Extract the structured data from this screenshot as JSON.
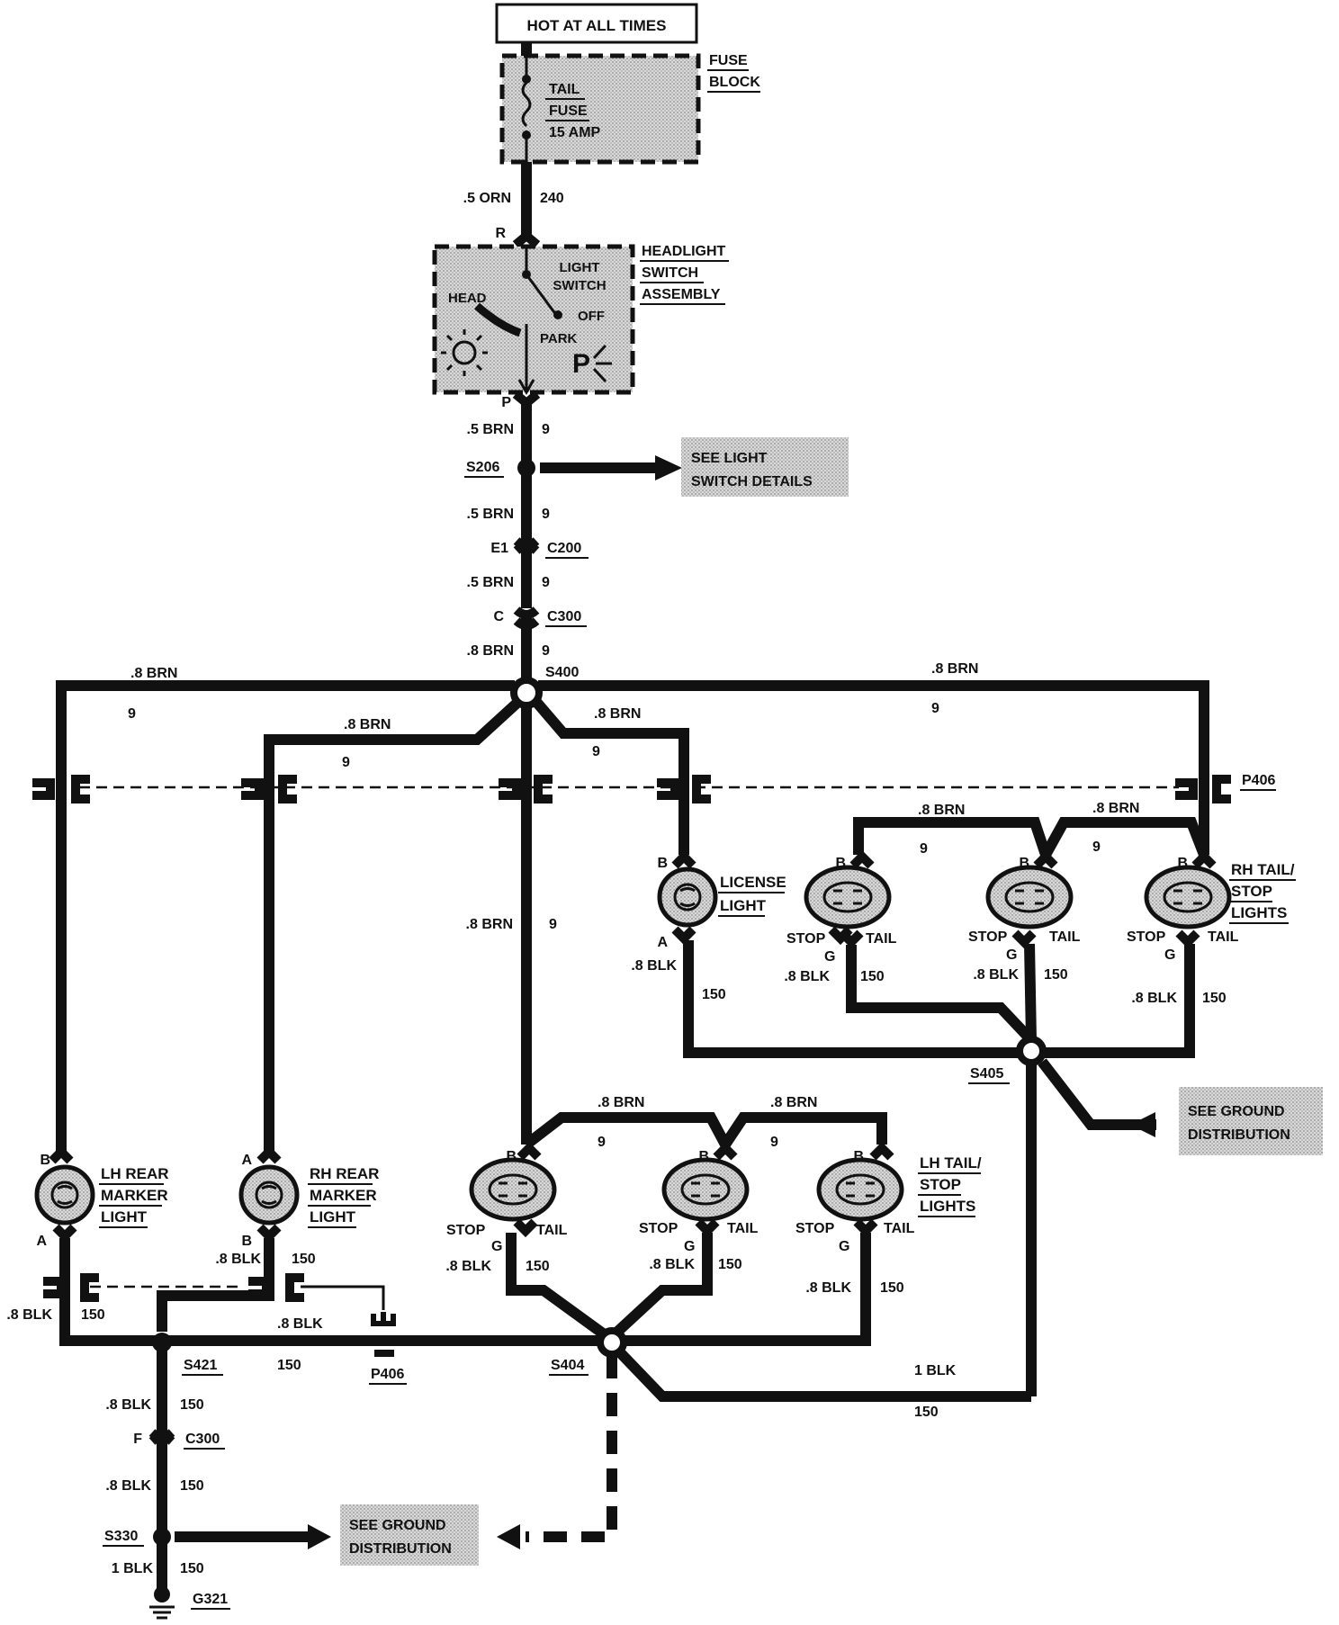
{
  "header": {
    "power_label": "HOT AT ALL TIMES"
  },
  "fuse": {
    "block_label_1": "FUSE",
    "block_label_2": "BLOCK",
    "name_1": "TAIL",
    "name_2": "FUSE",
    "rating": "15 AMP"
  },
  "switch": {
    "label_1": "HEADLIGHT",
    "label_2": "SWITCH",
    "label_3": "ASSEMBLY",
    "inner_1": "LIGHT",
    "inner_2": "SWITCH",
    "pos_head": "HEAD",
    "pos_off": "OFF",
    "pos_park": "PARK",
    "park_symbol": "P",
    "pin_in": "R",
    "pin_out": "P"
  },
  "wires": {
    "orn": ".5 ORN",
    "orn_circuit": "240",
    "brn5": ".5 BRN",
    "brn8": ".8 BRN",
    "brown_circuit": "9",
    "blk8": ".8 BLK",
    "blk1": "1 BLK",
    "ground_circuit": "150"
  },
  "splices": {
    "s206": "S206",
    "s400": "S400",
    "s405": "S405",
    "s404": "S404",
    "s421": "S421",
    "s330": "S330"
  },
  "connectors": {
    "c200": "C200",
    "c200_pin": "E1",
    "c300": "C300",
    "c300_pin_top": "C",
    "c300_pin_bottom": "F",
    "p406": "P406"
  },
  "grounds": {
    "g321": "G321"
  },
  "refs": {
    "light_switch_1": "SEE LIGHT",
    "light_switch_2": "SWITCH DETAILS",
    "ground_1": "SEE GROUND",
    "ground_2": "DISTRIBUTION"
  },
  "components": {
    "license_1": "LICENSE",
    "license_2": "LIGHT",
    "rh_tail_1": "RH TAIL/",
    "rh_tail_2": "STOP",
    "rh_tail_3": "LIGHTS",
    "lh_tail_1": "LH TAIL/",
    "lh_tail_2": "STOP",
    "lh_tail_3": "LIGHTS",
    "lh_marker_1": "LH REAR",
    "rh_marker_1": "RH REAR",
    "marker_2": "MARKER",
    "marker_3": "LIGHT"
  },
  "pins": {
    "a": "A",
    "b": "B",
    "g": "G",
    "stop": "STOP",
    "tail": "TAIL"
  }
}
